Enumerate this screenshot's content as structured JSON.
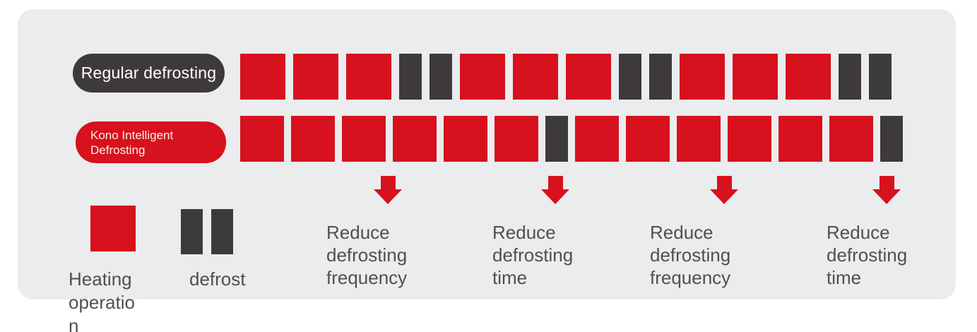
{
  "title": "Defrosting comparison diagram",
  "colors": {
    "red": "#d7111d",
    "dark": "#3e3a39",
    "panel_background": "#ebecee",
    "label_text": "#554e4a",
    "pill_red_text": "#fbf3e3",
    "pill_dark_text": "#ffffff"
  },
  "rows": [
    {
      "label": "Regular defrosting",
      "blocks": [
        "heat",
        "heat",
        "heat",
        "defrost",
        "defrost",
        "heat",
        "heat",
        "heat",
        "defrost",
        "defrost",
        "heat",
        "heat",
        "heat",
        "defrost",
        "defrost"
      ]
    },
    {
      "label": "Kono Intelligent Defrosting",
      "blocks": [
        "heat",
        "heat",
        "heat",
        "heat",
        "heat",
        "heat",
        "defrost",
        "heat",
        "heat",
        "heat",
        "heat",
        "heat",
        "heat",
        "defrost"
      ]
    }
  ],
  "annotations": [
    {
      "icon": "down-arrow",
      "label": "Reduce defrosting frequency"
    },
    {
      "icon": "down-arrow",
      "label": "Reduce defrosting time"
    },
    {
      "icon": "down-arrow",
      "label": "Reduce defrosting frequency"
    },
    {
      "icon": "down-arrow",
      "label": "Reduce defrosting time"
    }
  ],
  "legend": [
    {
      "swatch": "heat",
      "label": "Heating operation"
    },
    {
      "swatch": "defrost",
      "label": "defrost"
    }
  ]
}
